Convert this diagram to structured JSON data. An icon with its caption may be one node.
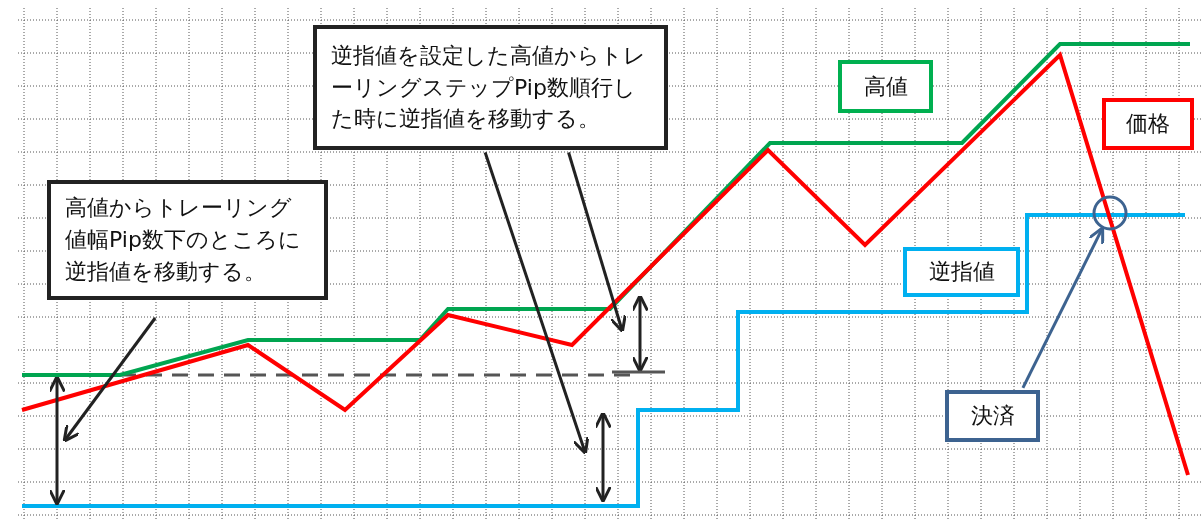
{
  "diagram": {
    "nodes": [
      {
        "text": [
          "逆指値を設定した高値からトレーリングステップPip数順行した時に逆指値を移動する。"
        ]
      },
      {
        "text": [
          "高値"
        ]
      },
      {
        "text": [
          "価格"
        ]
      },
      {
        "text": [
          "高値からトレーリング値幅Pip数下のところに逆指値を移動する。"
        ]
      },
      {
        "text": [],
        "shape": "circle"
      },
      {
        "text": [
          "逆指値"
        ]
      },
      {
        "text": [
          "決済"
        ]
      }
    ],
    "edges": [
      {
        "from": 0,
        "to": null,
        "arrow": "to"
      },
      {
        "from": 0,
        "to": null,
        "arrow": "to"
      },
      {
        "from": 3,
        "to": null,
        "arrow": "to"
      },
      {
        "from": 6,
        "to": 4,
        "arrow": "to",
        "color": "#3d6390"
      }
    ]
  }
}
